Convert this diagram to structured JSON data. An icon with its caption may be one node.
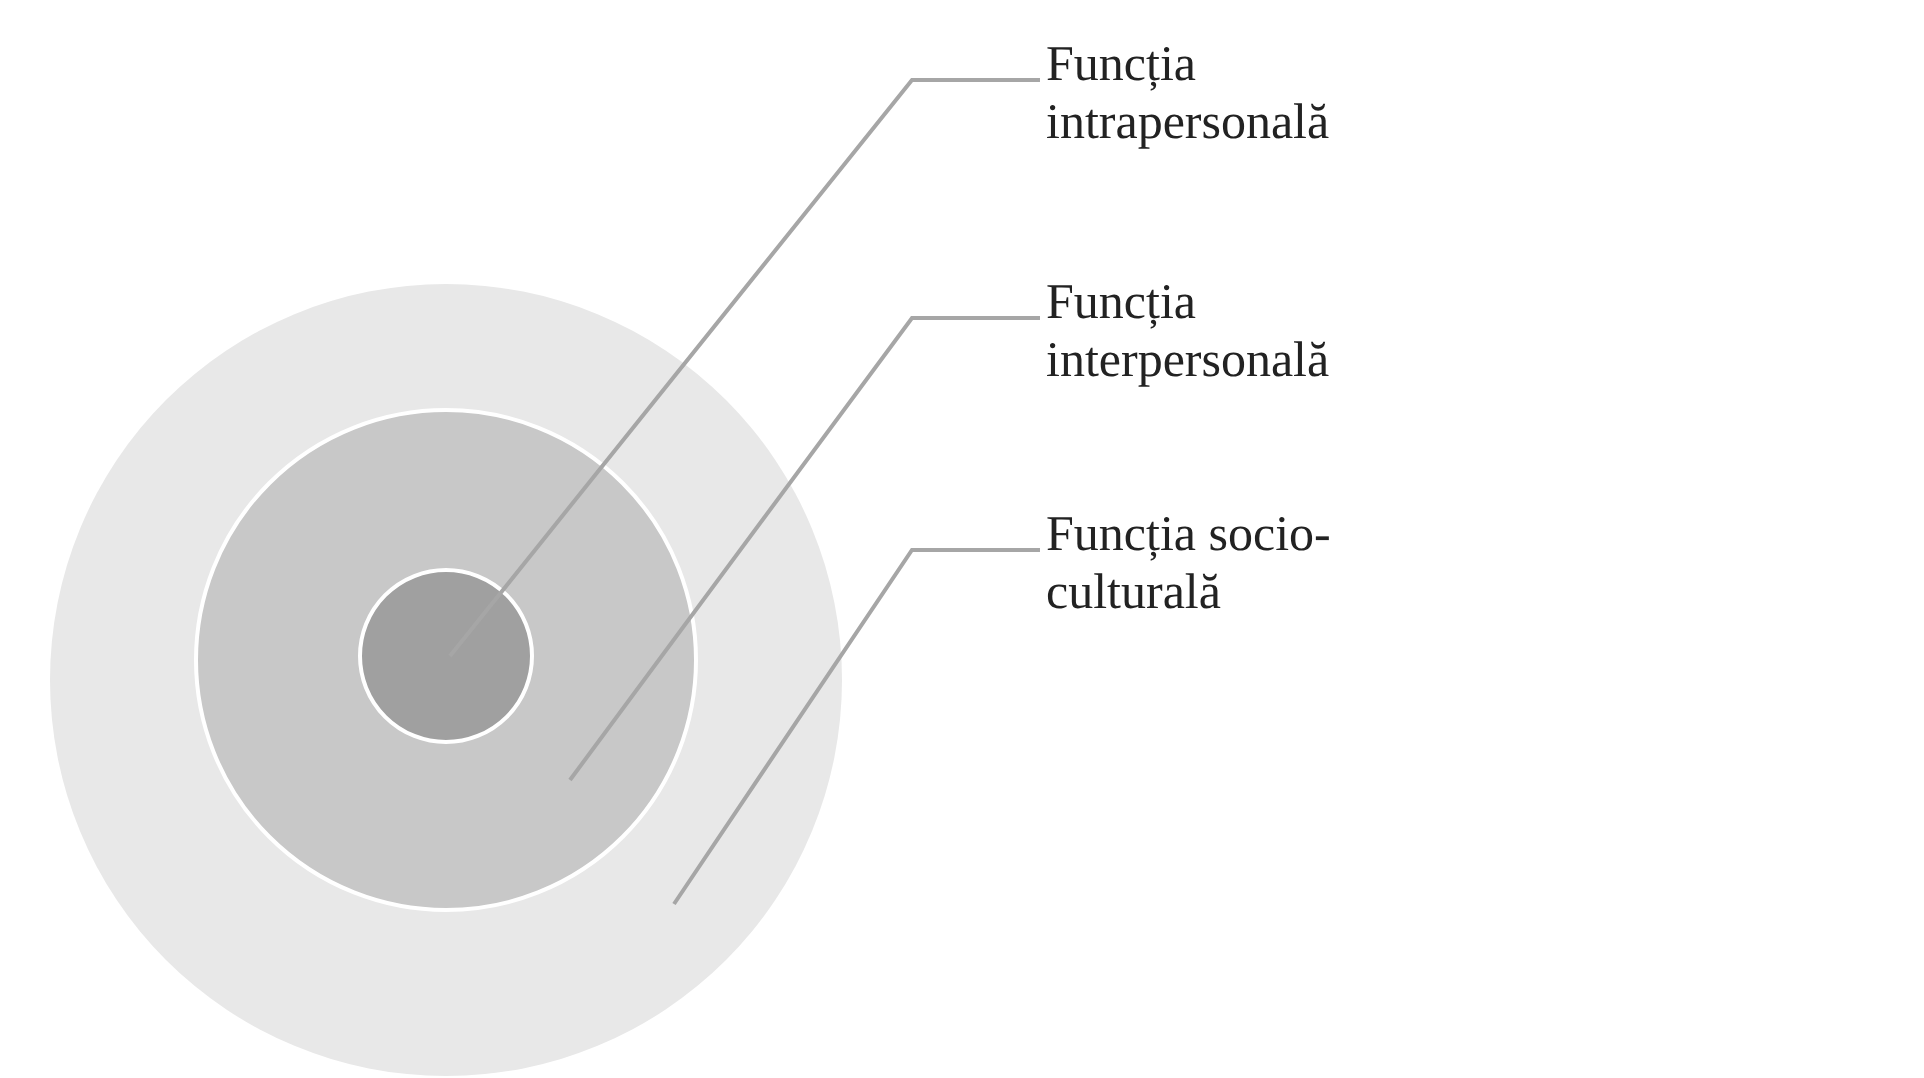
{
  "diagram": {
    "nodes": [
      {
        "text": [],
        "shape": "circle"
      },
      {
        "text": [],
        "shape": "circle",
        "in": 0
      },
      {
        "text": [],
        "shape": "circle",
        "in": 1
      },
      {
        "text": [
          "Funcția intrapersonală"
        ]
      },
      {
        "text": [
          "Funcția interpersonală"
        ]
      },
      {
        "text": [
          "Funcția socio-culturală"
        ]
      }
    ],
    "edges": [
      {
        "from": 3,
        "to": 2,
        "arrow": "none"
      },
      {
        "from": 4,
        "to": 1,
        "arrow": "none"
      },
      {
        "from": 5,
        "to": 0,
        "arrow": "none"
      }
    ]
  }
}
